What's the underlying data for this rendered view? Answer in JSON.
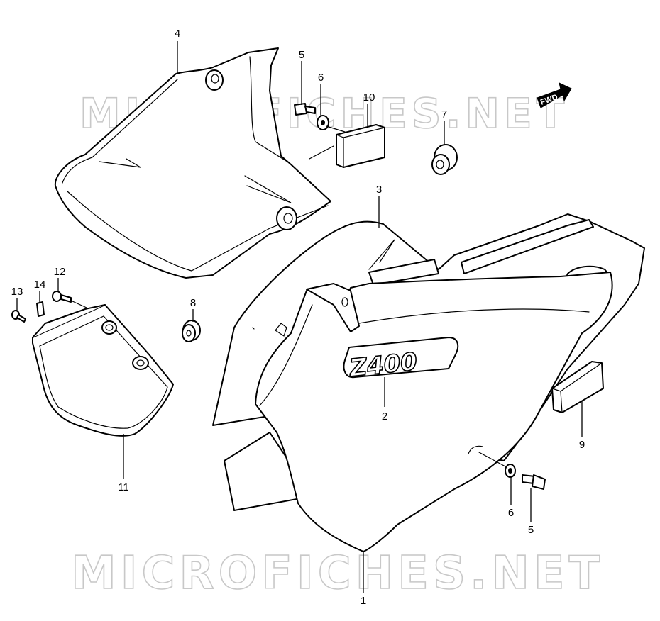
{
  "watermark": {
    "text": "MICROFICHES.NET",
    "color": "#c8c8c8"
  },
  "direction_indicator": {
    "label": "FWD"
  },
  "emblem": {
    "text": "Z400"
  },
  "callouts": [
    {
      "id": "c1",
      "label": "1"
    },
    {
      "id": "c2",
      "label": "2"
    },
    {
      "id": "c3",
      "label": "3"
    },
    {
      "id": "c4",
      "label": "4"
    },
    {
      "id": "c5a",
      "label": "5"
    },
    {
      "id": "c5b",
      "label": "5"
    },
    {
      "id": "c6a",
      "label": "6"
    },
    {
      "id": "c6b",
      "label": "6"
    },
    {
      "id": "c7",
      "label": "7"
    },
    {
      "id": "c8",
      "label": "8"
    },
    {
      "id": "c9",
      "label": "9"
    },
    {
      "id": "c10",
      "label": "10"
    },
    {
      "id": "c11",
      "label": "11"
    },
    {
      "id": "c12",
      "label": "12"
    },
    {
      "id": "c13",
      "label": "13"
    },
    {
      "id": "c14",
      "label": "14"
    }
  ]
}
